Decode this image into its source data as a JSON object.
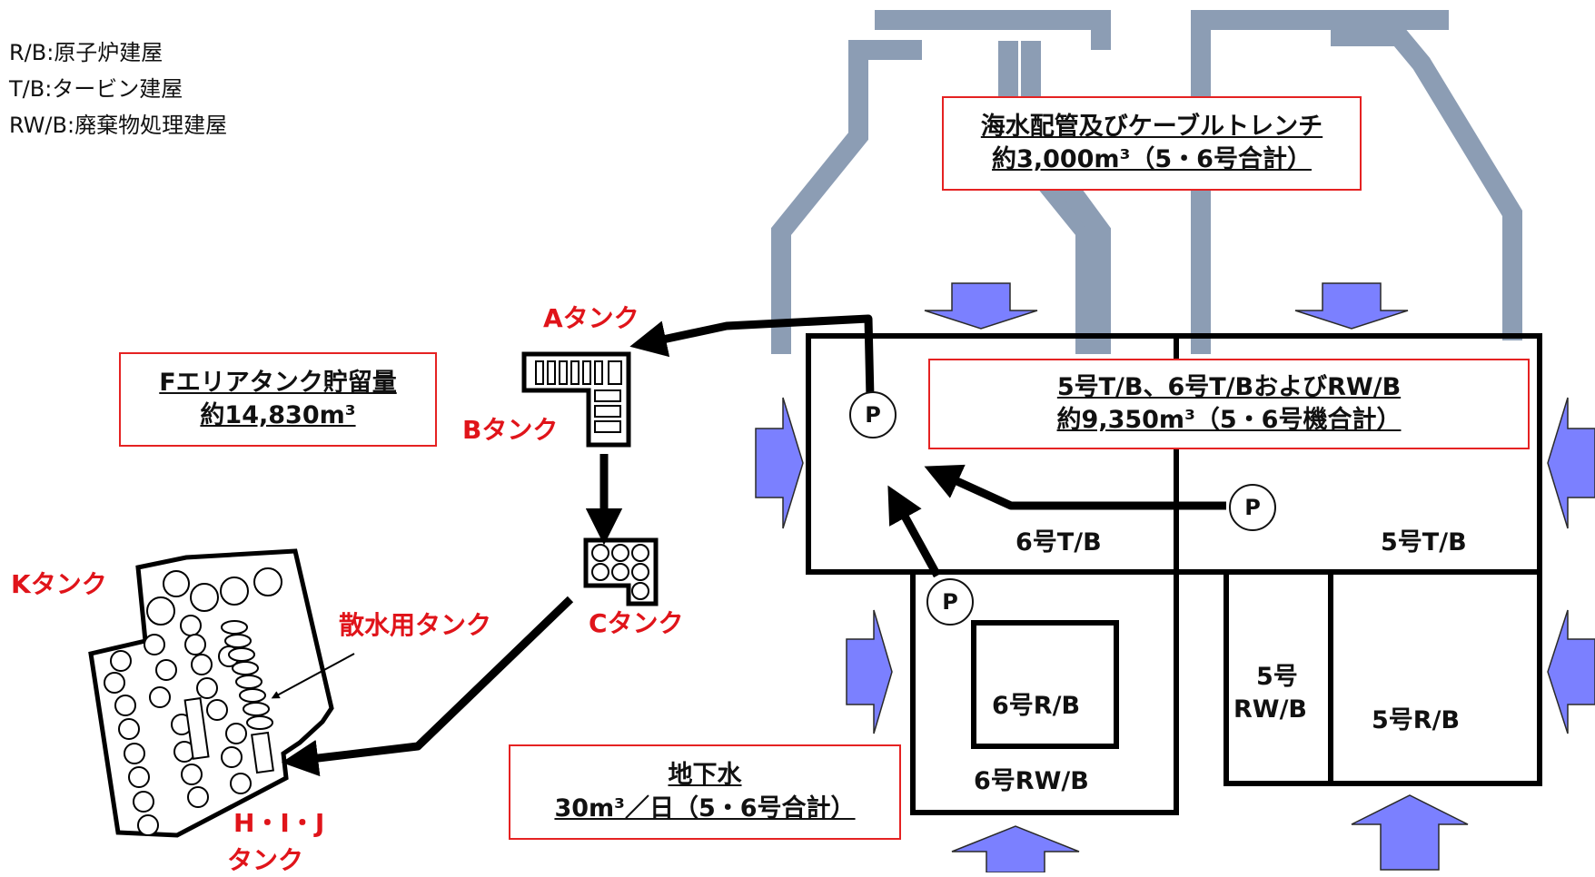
{
  "legend": [
    "R/B:原子炉建屋",
    "T/B:タービン建屋",
    "RW/B:廃棄物処理建屋"
  ],
  "callouts": {
    "seawater": [
      "海水配管及びケーブルトレンチ",
      "約3,000m³（5・6号合計）"
    ],
    "buildings": [
      "5号T/B、6号T/BおよびRW/B",
      "約9,350m³（5・6号機合計）"
    ],
    "f_area": [
      "Fエリアタンク貯留量",
      "約14,830m³"
    ],
    "groundwater": [
      "地下水",
      "30m³／日（5・6号合計）"
    ]
  },
  "tanks": {
    "a": "Aタンク",
    "b": "Bタンク",
    "c": "Cタンク",
    "k": "Kタンク",
    "sprinkler": "散水用タンク",
    "hij_1": "H・I・J",
    "hij_2": "タンク"
  },
  "buildings": {
    "t6": "6号T/B",
    "t5": "5号T/B",
    "r6": "6号R/B",
    "rw6": "6号RW/B",
    "rw5_1": "5号",
    "rw5_2": "RW/B",
    "r5": "5号R/B"
  },
  "pump_label": "P",
  "colors": {
    "pipe": "#8c9db4",
    "arrow_fill": "#7b80ff",
    "callout_border": "#e52222",
    "tank_label": "#e0141a"
  }
}
